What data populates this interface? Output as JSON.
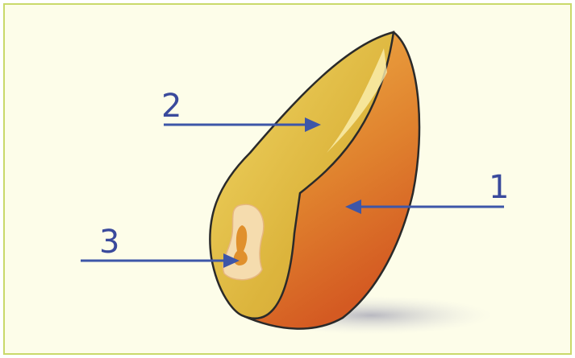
{
  "labels": {
    "one": "1",
    "two": "2",
    "three": "3"
  },
  "colors": {
    "frame_border": "#c9d96a",
    "background": "#fdfde9",
    "arrow": "#3d56a8",
    "endosperm": "#e6c44a",
    "pericarp": "#d9772a",
    "embryo": "#f4dcaa"
  }
}
